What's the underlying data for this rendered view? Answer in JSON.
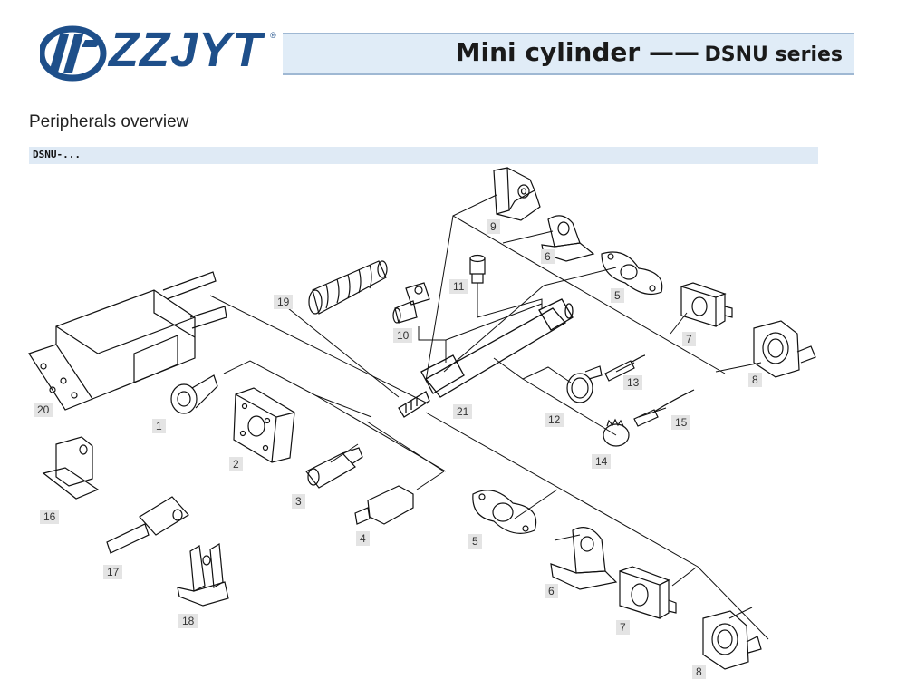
{
  "header": {
    "brand": "ZZJYT",
    "registered": "®",
    "title_main": "Mini cylinder ——",
    "title_sub": "DSNU series"
  },
  "section": {
    "heading": "Peripherals overview",
    "bar_label": "DSNU-..."
  },
  "diagram": {
    "labels": {
      "n1": "1",
      "n2": "2",
      "n3": "3",
      "n4": "4",
      "n5a": "5",
      "n5b": "5",
      "n6a": "6",
      "n6b": "6",
      "n7a": "7",
      "n7b": "7",
      "n8a": "8",
      "n8b": "8",
      "n9": "9",
      "n10": "10",
      "n11": "11",
      "n12": "12",
      "n13": "13",
      "n14": "14",
      "n15": "15",
      "n16": "16",
      "n17": "17",
      "n18": "18",
      "n19": "19",
      "n20": "20",
      "n21": "21"
    }
  },
  "colors": {
    "brand_blue": "#1e4f8a",
    "band": "#e0ecf7",
    "bar": "#dfeaf5"
  }
}
